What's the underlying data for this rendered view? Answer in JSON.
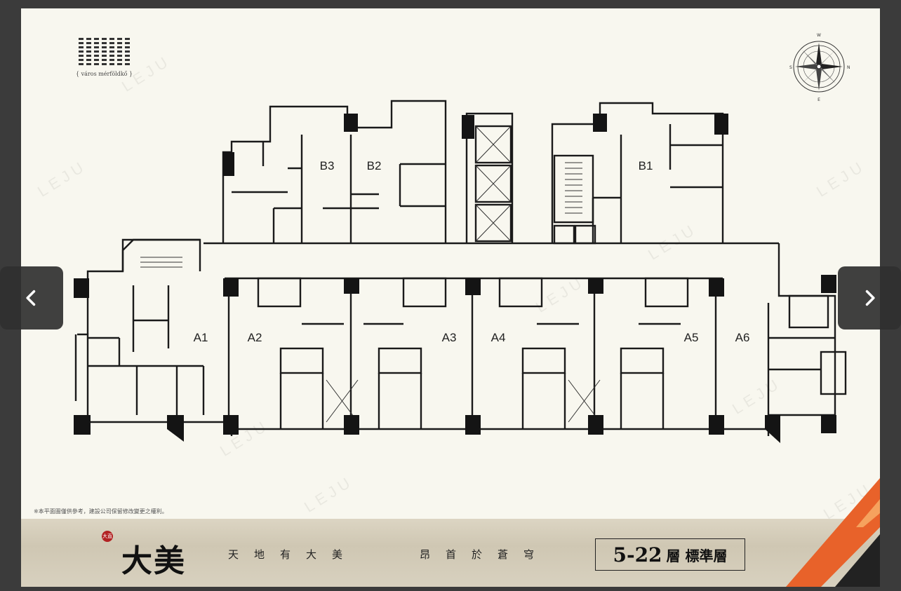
{
  "navigation": {
    "prev_label": "previous image",
    "next_label": "next image",
    "prev_icon": "chevron-left-icon",
    "next_icon": "chevron-right-icon"
  },
  "logo": {
    "caption": "{ város mérföldkő }"
  },
  "units": [
    "B3",
    "B2",
    "B1",
    "A1",
    "A2",
    "A3",
    "A4",
    "A5",
    "A6"
  ],
  "compass": {
    "north": "N",
    "south": "S",
    "east": "E",
    "west": "W"
  },
  "watermark": "LEJU",
  "disclaimer": "※本平面圖僅供參考，建設公司保留修改變更之權利。",
  "footer": {
    "brand_seal": "大直",
    "brand_name": "大美",
    "slogan_left": "天地有大美",
    "slogan_right": "昂首於蒼穹",
    "floors": "5-22",
    "floor_text": "層 標準層"
  },
  "colors": {
    "background": "#3b3b3b",
    "paper": "#f8f7ef",
    "wall": "#1a1a1a",
    "accent_orange": "#e8622a",
    "footer_band": "#d6cfbd"
  }
}
